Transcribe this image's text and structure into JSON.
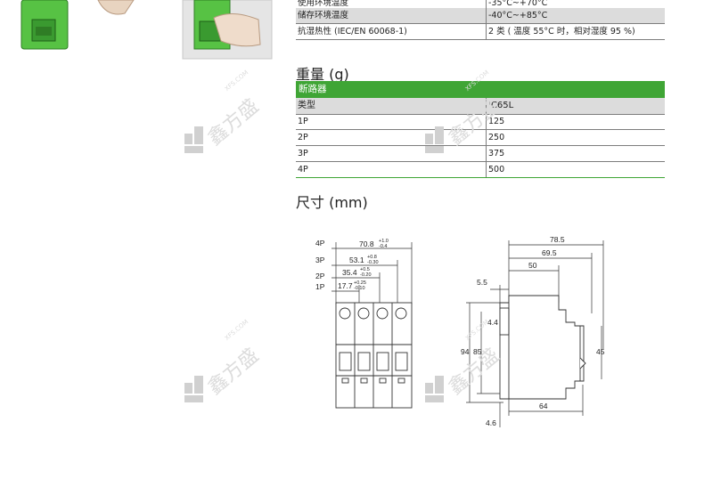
{
  "env_table": {
    "rows": [
      {
        "label": "使用环境温度",
        "value": "-35°C~+70°C"
      },
      {
        "label": "储存环境温度",
        "value": "-40°C~+85°C"
      },
      {
        "label": "抗湿热性 (IEC/EN 60068-1)",
        "value": "2 类 ( 温度 55°C 时，相对湿度 95 %)"
      }
    ]
  },
  "weight": {
    "title": "重量 (g)",
    "header": "断路器",
    "col_label": "类型",
    "col_value": "IC65L",
    "rows": [
      {
        "label": "1P",
        "value": "125"
      },
      {
        "label": "2P",
        "value": "250"
      },
      {
        "label": "3P",
        "value": "375"
      },
      {
        "label": "4P",
        "value": "500"
      }
    ]
  },
  "dimensions": {
    "title": "尺寸 (mm)",
    "front": {
      "poles": [
        "4P",
        "3P",
        "2P",
        "1P"
      ],
      "widths": [
        {
          "main": "70.8",
          "tol_top": "+1.0",
          "tol_bot": "-0.4"
        },
        {
          "main": "53.1",
          "tol_top": "+0.8",
          "tol_bot": "-0.30"
        },
        {
          "main": "35.4",
          "tol_top": "+0.5",
          "tol_bot": "-0.20"
        },
        {
          "main": "17.7",
          "tol_top": "+0.25",
          "tol_bot": "-0.10"
        }
      ]
    },
    "side": {
      "top_dims": [
        "78.5",
        "69.5",
        "50"
      ],
      "small_dims": [
        "5.5",
        "4.4"
      ],
      "height_dims": [
        "94",
        "85"
      ],
      "right_dim": "45",
      "bottom_dims": [
        "64",
        "4.6"
      ]
    }
  },
  "watermark": {
    "text": "鑫方盛",
    "sub": "XFS.COM"
  },
  "colors": {
    "accent": "#3fa535",
    "row_gray": "#dcdcdc",
    "device_green": "#57c244"
  }
}
